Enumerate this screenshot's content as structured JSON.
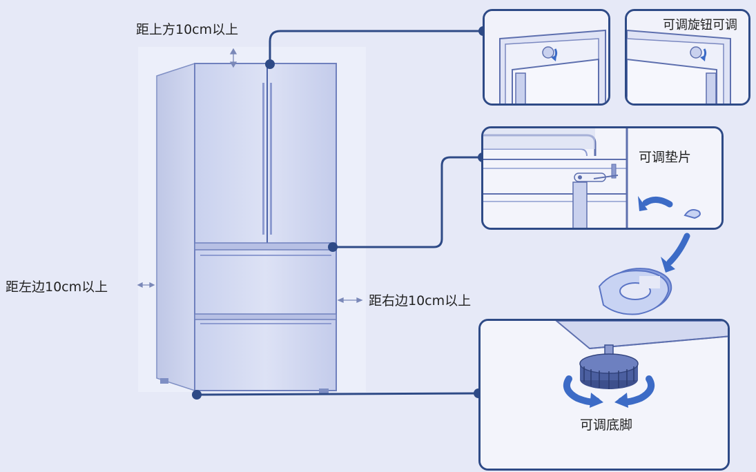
{
  "labels": {
    "top_clearance": "距上方10cm以上",
    "left_clearance": "距左边10cm以上",
    "right_clearance": "距右边10cm以上"
  },
  "panels": {
    "knob": {
      "label": "可调旋钮可调"
    },
    "shim": {
      "label": "可调垫片"
    },
    "foot": {
      "label": "可调底脚"
    }
  },
  "colors": {
    "line": "#2e4a86",
    "arrow": "#3c6bc6",
    "background": "#e6e9f7"
  }
}
